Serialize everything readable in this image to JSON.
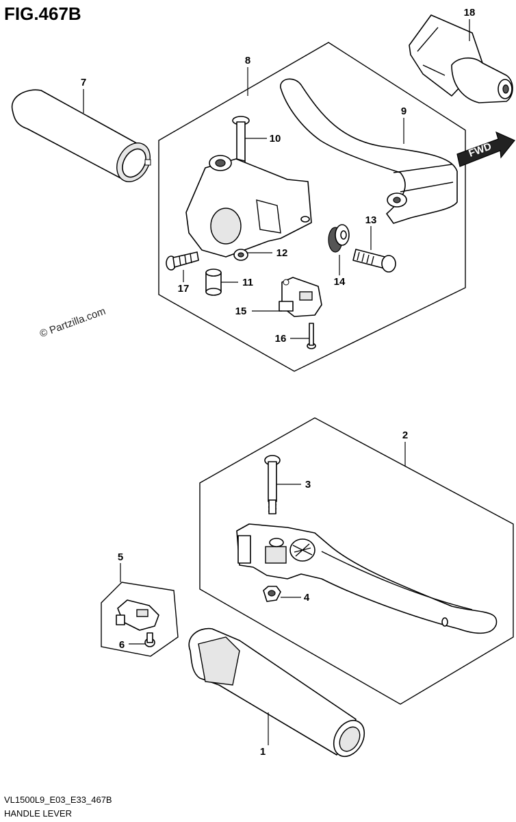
{
  "figure": {
    "title": "FIG.467B",
    "watermark": "© Partzilla.com",
    "fwd_label": "FWD",
    "footer_code": "VL1500L9_E03_E33_467B",
    "footer_name": "HANDLE LEVER"
  },
  "callouts": [
    "1",
    "2",
    "3",
    "4",
    "5",
    "6",
    "7",
    "8",
    "9",
    "10",
    "11",
    "12",
    "13",
    "14",
    "15",
    "16",
    "17",
    "18"
  ]
}
